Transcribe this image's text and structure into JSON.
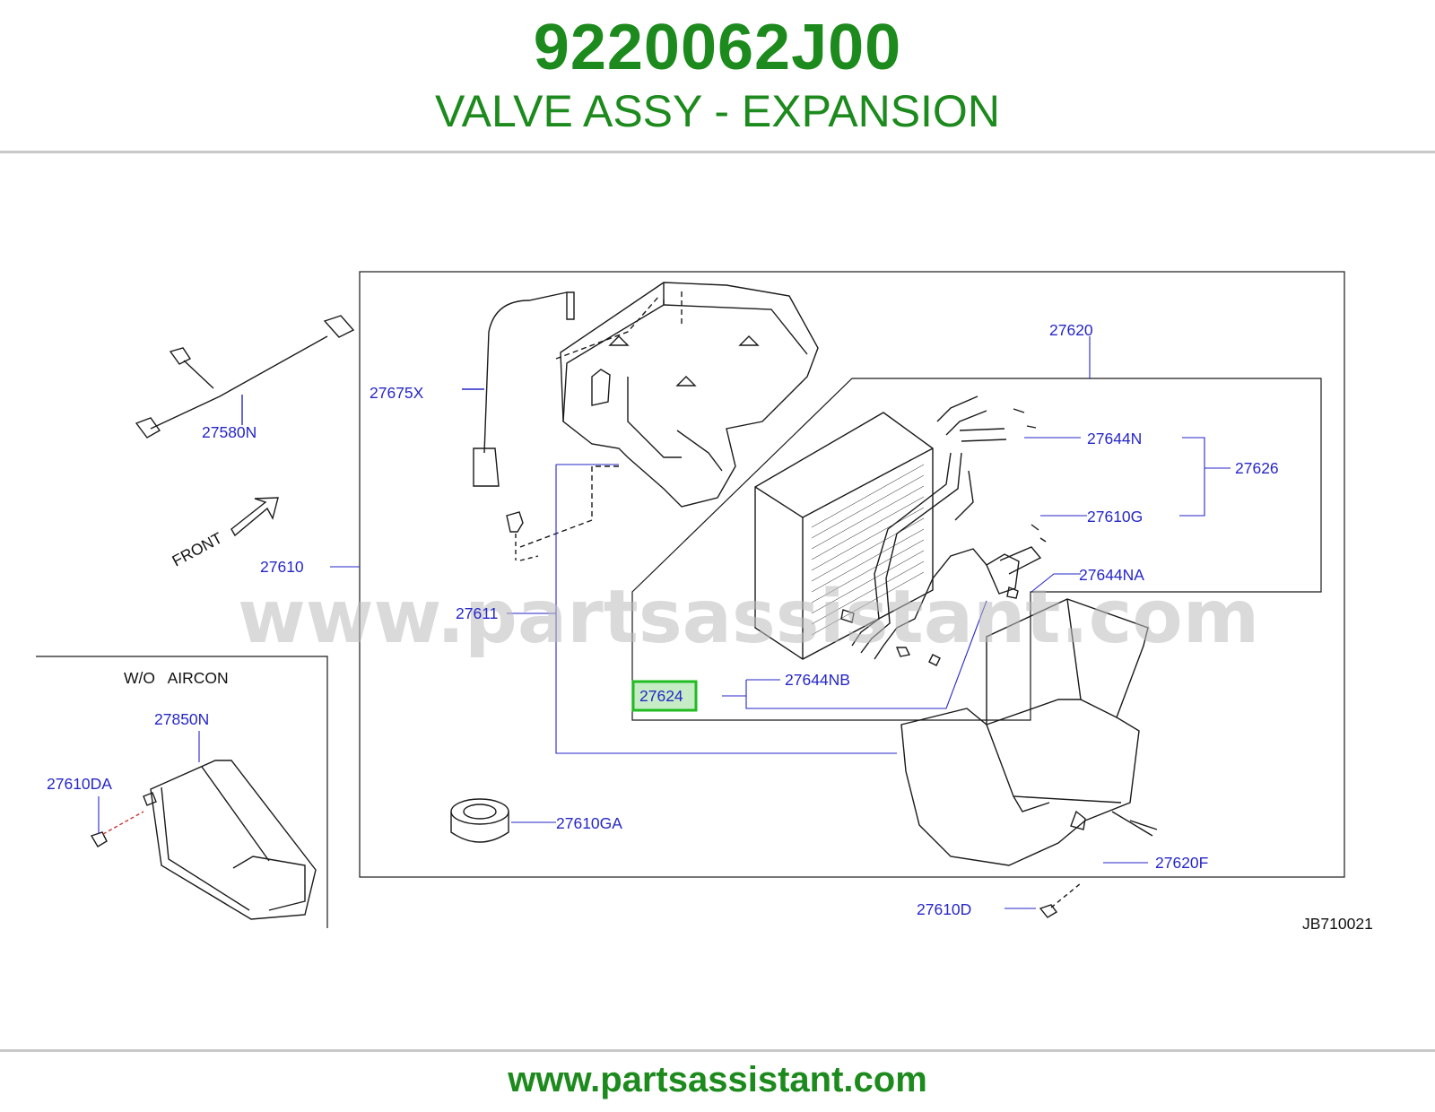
{
  "header": {
    "part_number": "9220062J00",
    "part_name": "VALVE ASSY - EXPANSION"
  },
  "diagram": {
    "watermark": "www.partsassistant.com",
    "drawing_code": "JB710021",
    "front_label": "FRONT",
    "inset_title": "W/O   AIRCON",
    "highlighted_part": "27624",
    "callouts": {
      "c27580N": "27580N",
      "c27675X": "27675X",
      "c27610": "27610",
      "c27611": "27611",
      "c27620": "27620",
      "c27644N": "27644N",
      "c27626": "27626",
      "c27610G": "27610G",
      "c27644NA": "27644NA",
      "c27624": "27624",
      "c27644NB": "27644NB",
      "c27610GA": "27610GA",
      "c27620F": "27620F",
      "c27610D": "27610D",
      "c27850N": "27850N",
      "c27610DA": "27610DA"
    },
    "colors": {
      "callout_text": "#2626c8",
      "highlight_border": "#22bb22",
      "highlight_fill": "#c6ecc6",
      "brand_green": "#1c8a1c"
    }
  },
  "footer": {
    "url": "www.partsassistant.com"
  }
}
